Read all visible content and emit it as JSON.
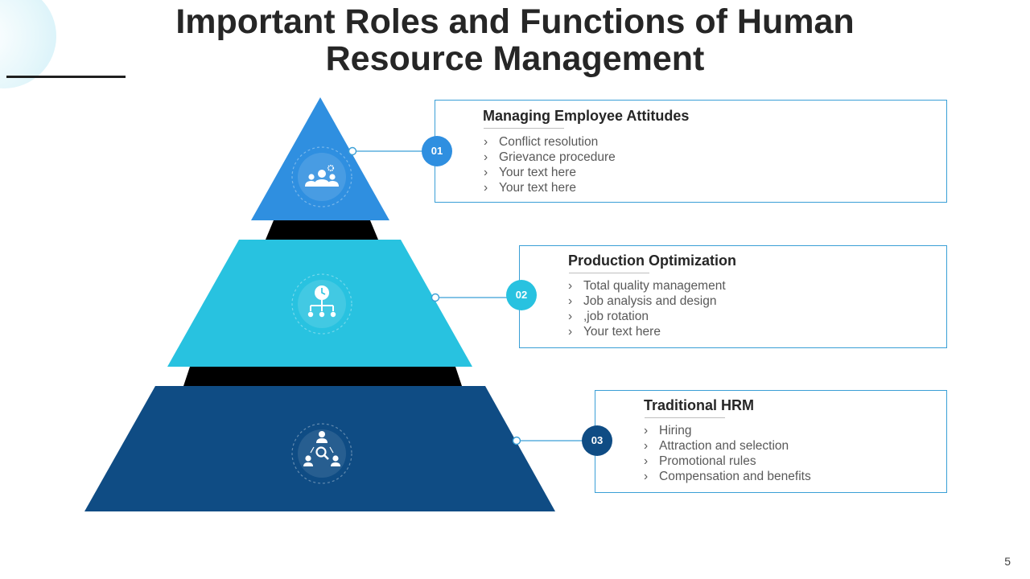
{
  "title": {
    "line1": "Important Roles and Functions of Human",
    "line2": "Resource Management"
  },
  "colors": {
    "tier1": "#2f8fe0",
    "tier2": "#28c2e0",
    "tier3": "#0f4c84",
    "connector": "#3a9fd6",
    "dark_band": "#000000"
  },
  "tiers": [
    {
      "number": "01",
      "icon": "team-gear-icon",
      "title": "Managing Employee Attitudes",
      "items": [
        "Conflict resolution",
        "Grievance procedure",
        "Your text here",
        "Your text here"
      ]
    },
    {
      "number": "02",
      "icon": "clock-hierarchy-icon",
      "title": "Production Optimization",
      "items": [
        "Total quality management",
        "Job analysis and design",
        ",job rotation",
        "Your text here"
      ]
    },
    {
      "number": "03",
      "icon": "people-search-icon",
      "title": "Traditional HRM",
      "items": [
        "Hiring",
        "Attraction and selection",
        "Promotional rules",
        "Compensation and benefits"
      ]
    }
  ],
  "bullet_symbol": "›",
  "page_number": "5"
}
